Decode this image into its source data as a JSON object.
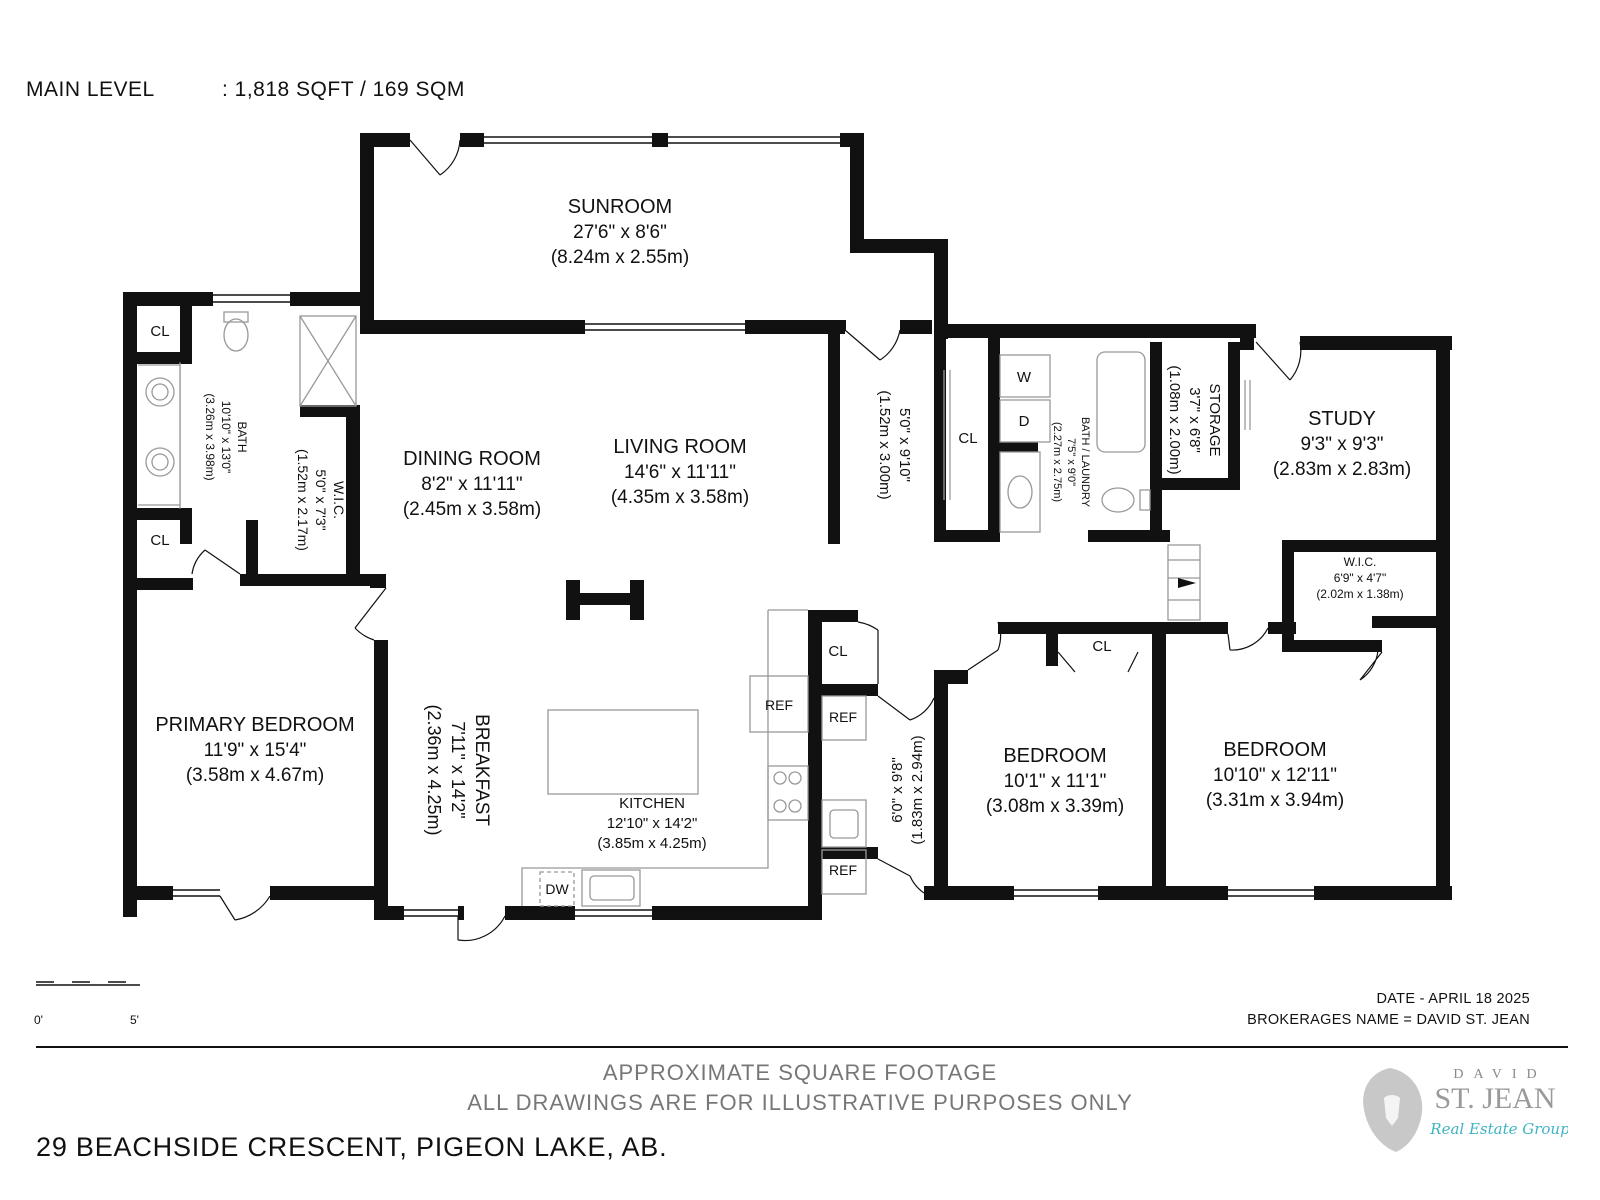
{
  "header": {
    "level": "MAIN LEVEL",
    "area": ": 1,818 SQFT / 169 SQM"
  },
  "rooms": {
    "sunroom": {
      "name": "SUNROOM",
      "dim_imp": "27'6\" x 8'6\"",
      "dim_met": "(8.24m x 2.55m)"
    },
    "dining": {
      "name": "DINING ROOM",
      "dim_imp": "8'2\" x 11'11\"",
      "dim_met": "(2.45m x 3.58m)"
    },
    "living": {
      "name": "LIVING ROOM",
      "dim_imp": "14'6\" x 11'11\"",
      "dim_met": "(4.35m x 3.58m)"
    },
    "primary": {
      "name": "PRIMARY BEDROOM",
      "dim_imp": "11'9\" x 15'4\"",
      "dim_met": "(3.58m x 4.67m)"
    },
    "breakfast": {
      "name": "BREAKFAST",
      "dim_imp": "7'11\" x 14'2\"",
      "dim_met": "(2.36m x 4.25m)"
    },
    "kitchen": {
      "name": "KITCHEN",
      "dim_imp": "12'10\" x 14'2\"",
      "dim_met": "(3.85m x 4.25m)"
    },
    "bath": {
      "name": "BATH",
      "dim_imp": "10'10\" x 13'0\"",
      "dim_met": "(3.26m x 3.98m)"
    },
    "wic1": {
      "name": "W.I.C.",
      "dim_imp": "5'0\" x 7'3\"",
      "dim_met": "(1.52m x 2.17m)"
    },
    "hall1": {
      "dim_imp": "5'0\" x 9'10\"",
      "dim_met": "(1.52m x 3.00m)"
    },
    "hall2": {
      "dim_imp": "6'0\" x 9'8\"",
      "dim_met": "(1.83m x 2.94m)"
    },
    "laundry": {
      "name": "BATH / LAUNDRY",
      "dim_imp": "7'5\" x 9'0\"",
      "dim_met": "(2.27m x 2.75m)"
    },
    "storage": {
      "name": "STORAGE",
      "dim_imp": "3'7\" x 6'8\"",
      "dim_met": "(1.08m x 2.00m)"
    },
    "study": {
      "name": "STUDY",
      "dim_imp": "9'3\" x 9'3\"",
      "dim_met": "(2.83m x 2.83m)"
    },
    "wic2": {
      "name": "W.I.C.",
      "dim_imp": "6'9\" x 4'7\"",
      "dim_met": "(2.02m x 1.38m)"
    },
    "bedroom1": {
      "name": "BEDROOM",
      "dim_imp": "10'1\" x 11'1\"",
      "dim_met": "(3.08m x 3.39m)"
    },
    "bedroom2": {
      "name": "BEDROOM",
      "dim_imp": "10'10\" x 12'11\"",
      "dim_met": "(3.31m x 3.94m)"
    }
  },
  "fixtures": {
    "closet": "CL",
    "washer": "W",
    "dryer": "D",
    "fridge": "REF",
    "dishwasher": "DW"
  },
  "scale": {
    "start": "0'",
    "end": "5'"
  },
  "meta": {
    "date": "DATE - APRIL 18 2025",
    "broker": "BROKERAGES NAME = DAVID ST. JEAN"
  },
  "disclaimer": {
    "line1": "APPROXIMATE SQUARE FOOTAGE",
    "line2": "ALL DRAWINGS ARE FOR ILLUSTRATIVE PURPOSES ONLY"
  },
  "address": "29 BEACHSIDE CRESCENT, PIGEON LAKE, AB.",
  "logo": {
    "top": "DAVID",
    "main": "ST. JEAN",
    "script": "Real Estate Group"
  },
  "colors": {
    "wall": "#111111",
    "fixture": "#999999",
    "disclaimer": "#777777",
    "logo_script": "#3fb3c2"
  }
}
